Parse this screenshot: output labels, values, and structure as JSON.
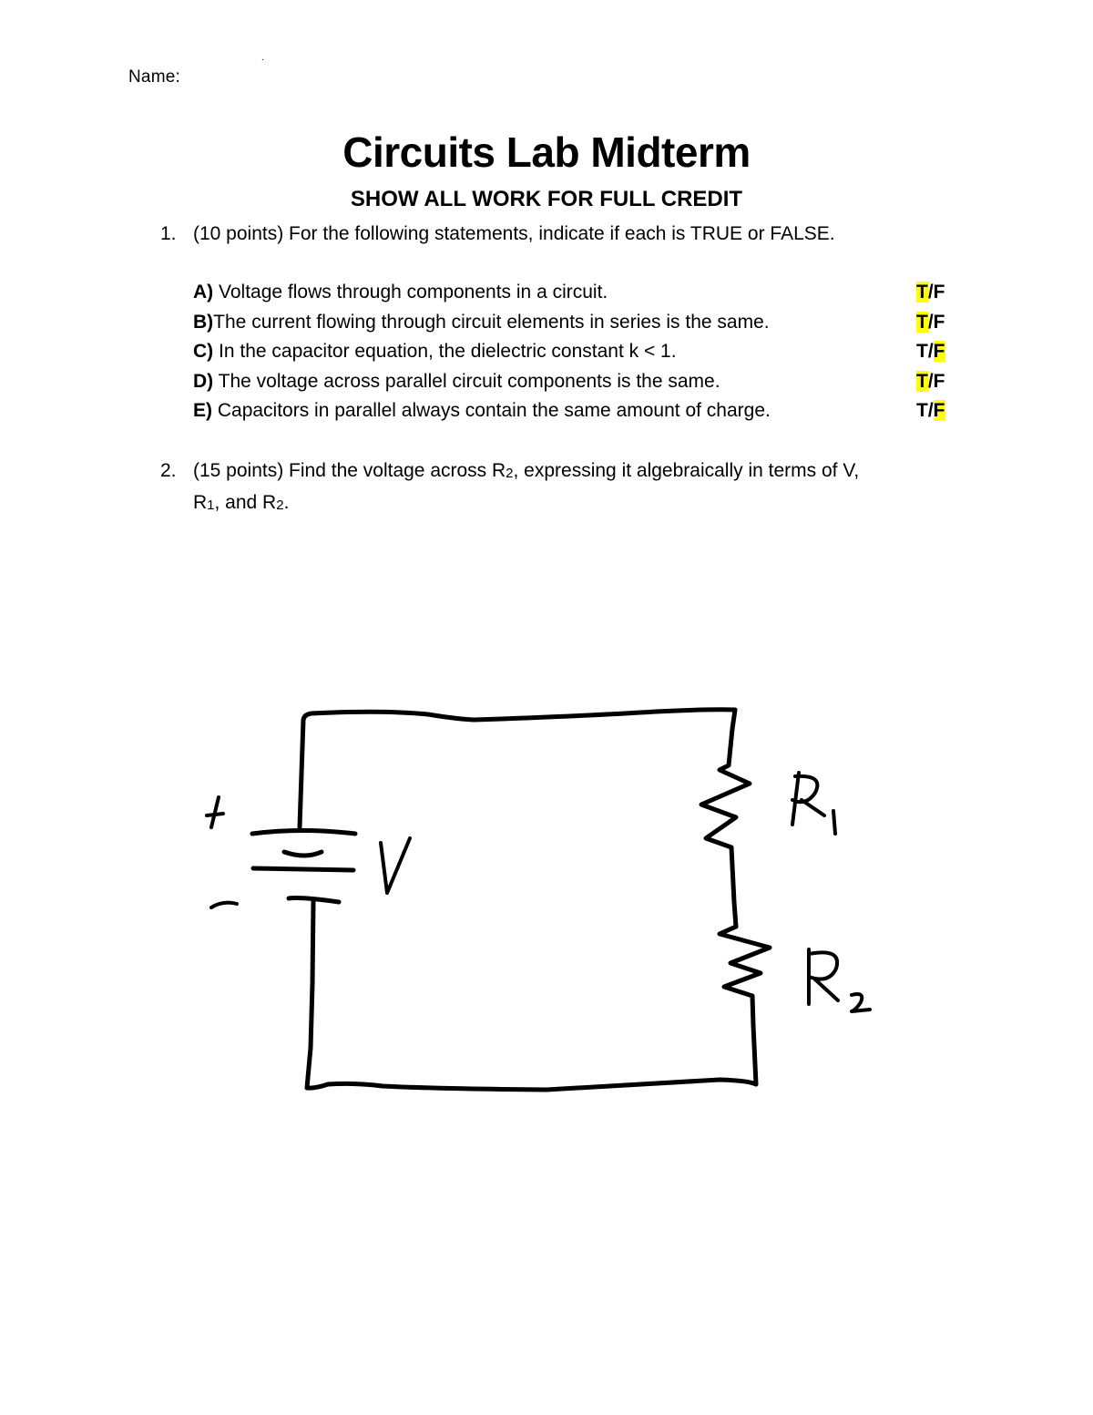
{
  "header": {
    "name_label": "Name:",
    "stray_mark": "."
  },
  "title": "Circuits Lab Midterm",
  "subtitle": "SHOW ALL WORK FOR FULL CREDIT",
  "question1": {
    "number": "1.",
    "text": "(10 points) For the following statements, indicate if each is TRUE or FALSE.",
    "statements": [
      {
        "letter": "A)",
        "text": "Voltage flows through components in a circuit.",
        "answer": "T",
        "t": "T",
        "sep": "/",
        "f": "F"
      },
      {
        "letter": "B)",
        "text": "The current flowing through circuit elements in series is the same.",
        "answer": "T",
        "t": "T",
        "sep": "/",
        "f": "F"
      },
      {
        "letter": "C)",
        "text": "In the capacitor equation, the dielectric constant k < 1.",
        "answer": "F",
        "t": "T",
        "sep": "/",
        "f": "F"
      },
      {
        "letter": "D)",
        "text": "The voltage across parallel circuit components is the same.",
        "answer": "T",
        "t": "T",
        "sep": "/",
        "f": "F"
      },
      {
        "letter": "E)",
        "text": "Capacitors in parallel always contain the same amount of charge.",
        "answer": "F",
        "t": "T",
        "sep": "/",
        "f": "F"
      }
    ],
    "highlight_color": "#ffff00"
  },
  "question2": {
    "number": "2.",
    "text_part1": "(15 points) Find the voltage across R",
    "sub_2a": "2",
    "text_part2": ", expressing it algebraically in terms of V,",
    "line2_r": "R",
    "sub_1": "1",
    "line2_mid": ", and R",
    "sub_2b": "2",
    "line2_end": "."
  },
  "circuit": {
    "battery_plus": "+",
    "battery_minus": "-",
    "battery_label": "V",
    "r1_label": "R",
    "r1_sub": "1",
    "r2_label": "R",
    "r2_sub": "2"
  }
}
